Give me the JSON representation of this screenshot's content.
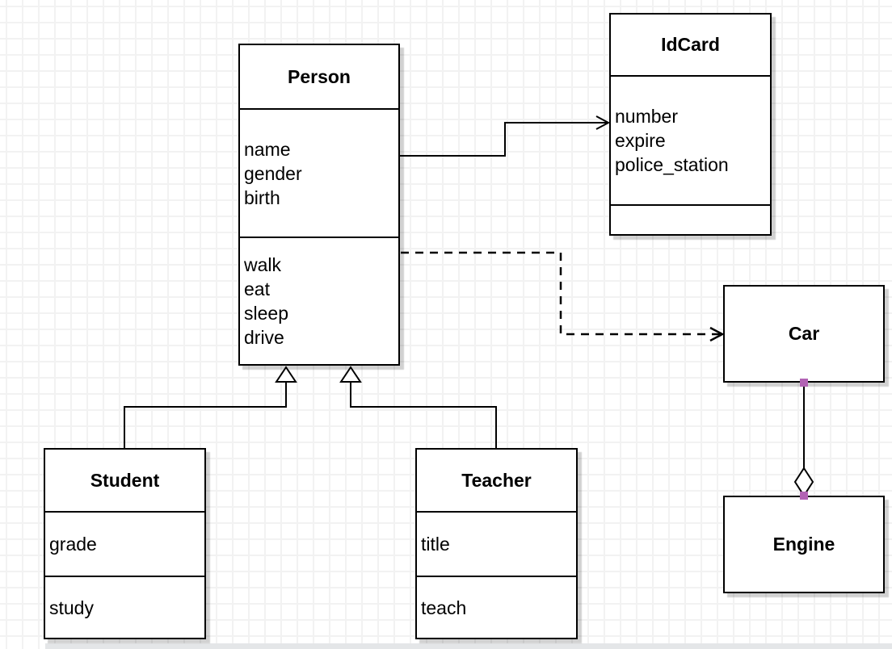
{
  "diagram": {
    "classes": {
      "person": {
        "title": "Person",
        "attributes": [
          "name",
          "gender",
          "birth"
        ],
        "methods": [
          "walk",
          "eat",
          "sleep",
          "drive"
        ]
      },
      "idcard": {
        "title": "IdCard",
        "attributes": [
          "number",
          "expire",
          "police_station"
        ],
        "methods": []
      },
      "car": {
        "title": "Car",
        "attributes": [],
        "methods": []
      },
      "engine": {
        "title": "Engine",
        "attributes": [],
        "methods": []
      },
      "student": {
        "title": "Student",
        "attributes": [
          "grade"
        ],
        "methods": [
          "study"
        ]
      },
      "teacher": {
        "title": "Teacher",
        "attributes": [
          "title"
        ],
        "methods": [
          "teach"
        ]
      }
    },
    "relationships": [
      {
        "from": "Person",
        "to": "IdCard",
        "type": "association",
        "line": "solid",
        "arrow": "open"
      },
      {
        "from": "Person",
        "to": "Car",
        "type": "dependency",
        "line": "dashed",
        "arrow": "open"
      },
      {
        "from": "Student",
        "to": "Person",
        "type": "generalization",
        "line": "solid",
        "arrow": "hollow-triangle"
      },
      {
        "from": "Teacher",
        "to": "Person",
        "type": "generalization",
        "line": "solid",
        "arrow": "hollow-triangle"
      },
      {
        "from": "Car",
        "to": "Engine",
        "type": "aggregation",
        "line": "solid",
        "arrow": "hollow-diamond"
      }
    ],
    "colors": {
      "stroke": "#000000",
      "fill": "#ffffff",
      "endpoint_handle": "#b263b4",
      "grid_line": "#f2f2f2"
    }
  }
}
